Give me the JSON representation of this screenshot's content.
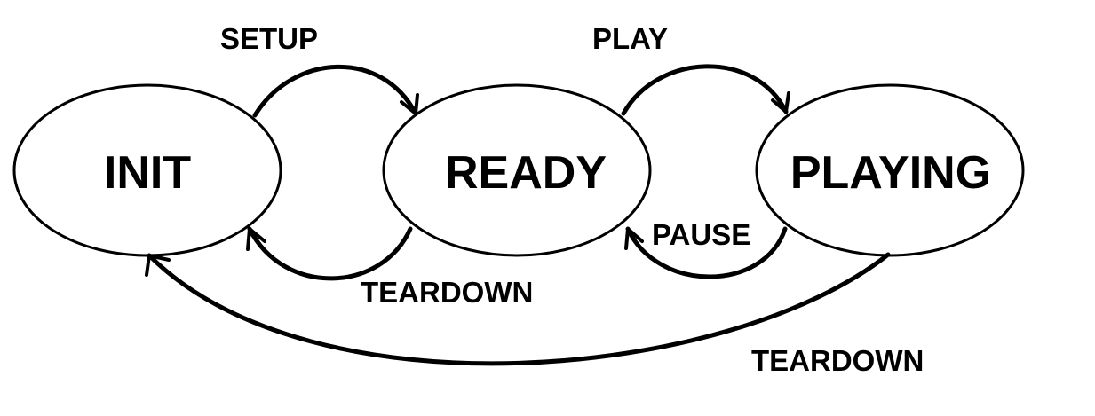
{
  "colors": {
    "background": "#ffffff",
    "ink": "#000000"
  },
  "states": {
    "init": "INIT",
    "ready": "READY",
    "playing": "PLAYING"
  },
  "transitions": {
    "setup": "SETUP",
    "play": "PLAY",
    "pause": "PAUSE",
    "teardown_ready": "TEARDOWN",
    "teardown_playing": "TEARDOWN"
  }
}
